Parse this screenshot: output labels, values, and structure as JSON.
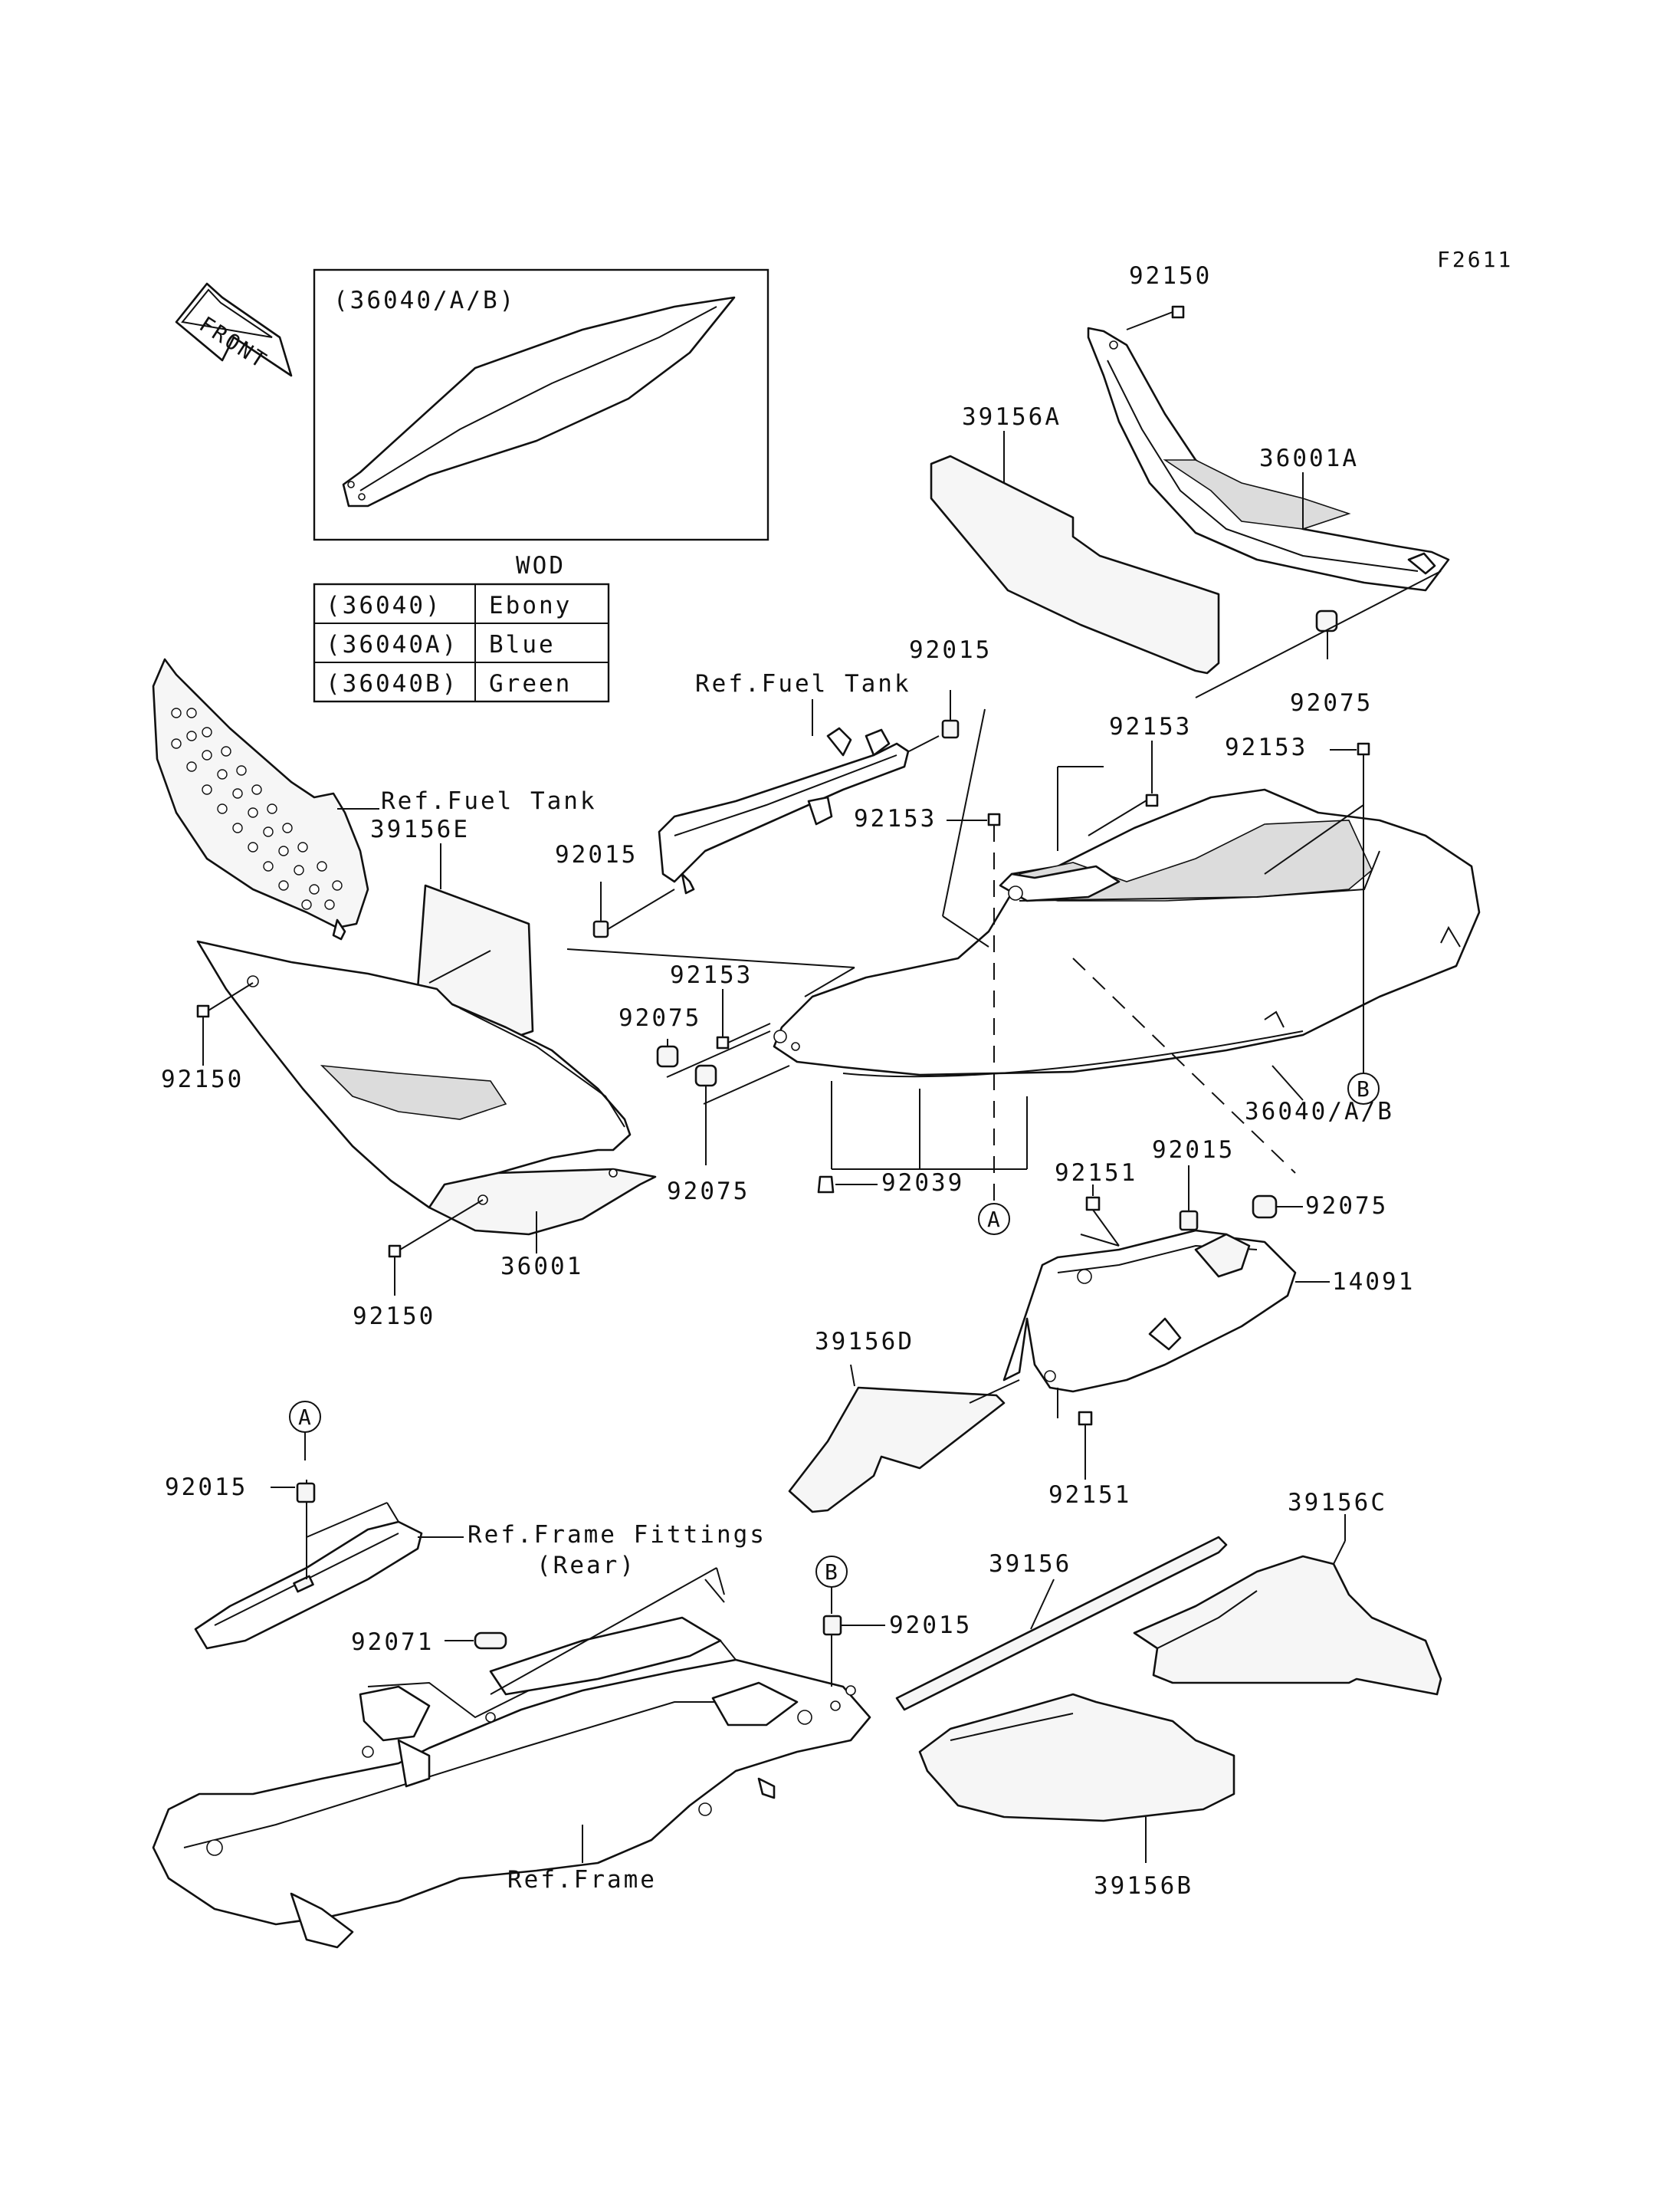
{
  "figure_code": "F2611",
  "front_arrow": {
    "label": "FRONT"
  },
  "inset_box": {
    "label": "(36040/A/B)"
  },
  "wod_table": {
    "title": "WOD",
    "rows": [
      {
        "code": "(36040)",
        "color": "Ebony"
      },
      {
        "code": "(36040A)",
        "color": "Blue"
      },
      {
        "code": "(36040B)",
        "color": "Green"
      }
    ]
  },
  "parts": {
    "p_92150_top": "92150",
    "p_36001A": "36001A",
    "p_39156A": "39156A",
    "p_92075_top": "92075",
    "p_92015_top": "92015",
    "ref_fuel_tank_top": "Ref.Fuel Tank",
    "p_92153_a": "92153",
    "p_92153_b": "92153",
    "p_92153_c": "92153",
    "ref_fuel_tank_left": "Ref.Fuel Tank",
    "p_39156E": "39156E",
    "p_92015_mid": "92015",
    "p_92153_d": "92153",
    "p_92075_left": "92075",
    "p_92150_left": "92150",
    "p_92075_mid": "92075",
    "p_92039": "92039",
    "p_36040AB": "36040/A/B",
    "p_36001": "36001",
    "p_92150_bottom": "92150",
    "p_92151_a": "92151",
    "p_92015_right": "92015",
    "p_92075_right": "92075",
    "p_14091": "14091",
    "p_39156D": "39156D",
    "p_92151_b": "92151",
    "p_92015_A": "92015",
    "ref_frame_fittings": "Ref.Frame Fittings",
    "ref_frame_fittings_sub": "(Rear)",
    "p_92071": "92071",
    "p_92015_B": "92015",
    "ref_frame": "Ref.Frame",
    "p_39156": "39156",
    "p_39156C": "39156C",
    "p_39156B": "39156B"
  },
  "callouts": {
    "A_top": "A",
    "A_bottom": "A",
    "B_top": "B",
    "B_bottom": "B"
  }
}
